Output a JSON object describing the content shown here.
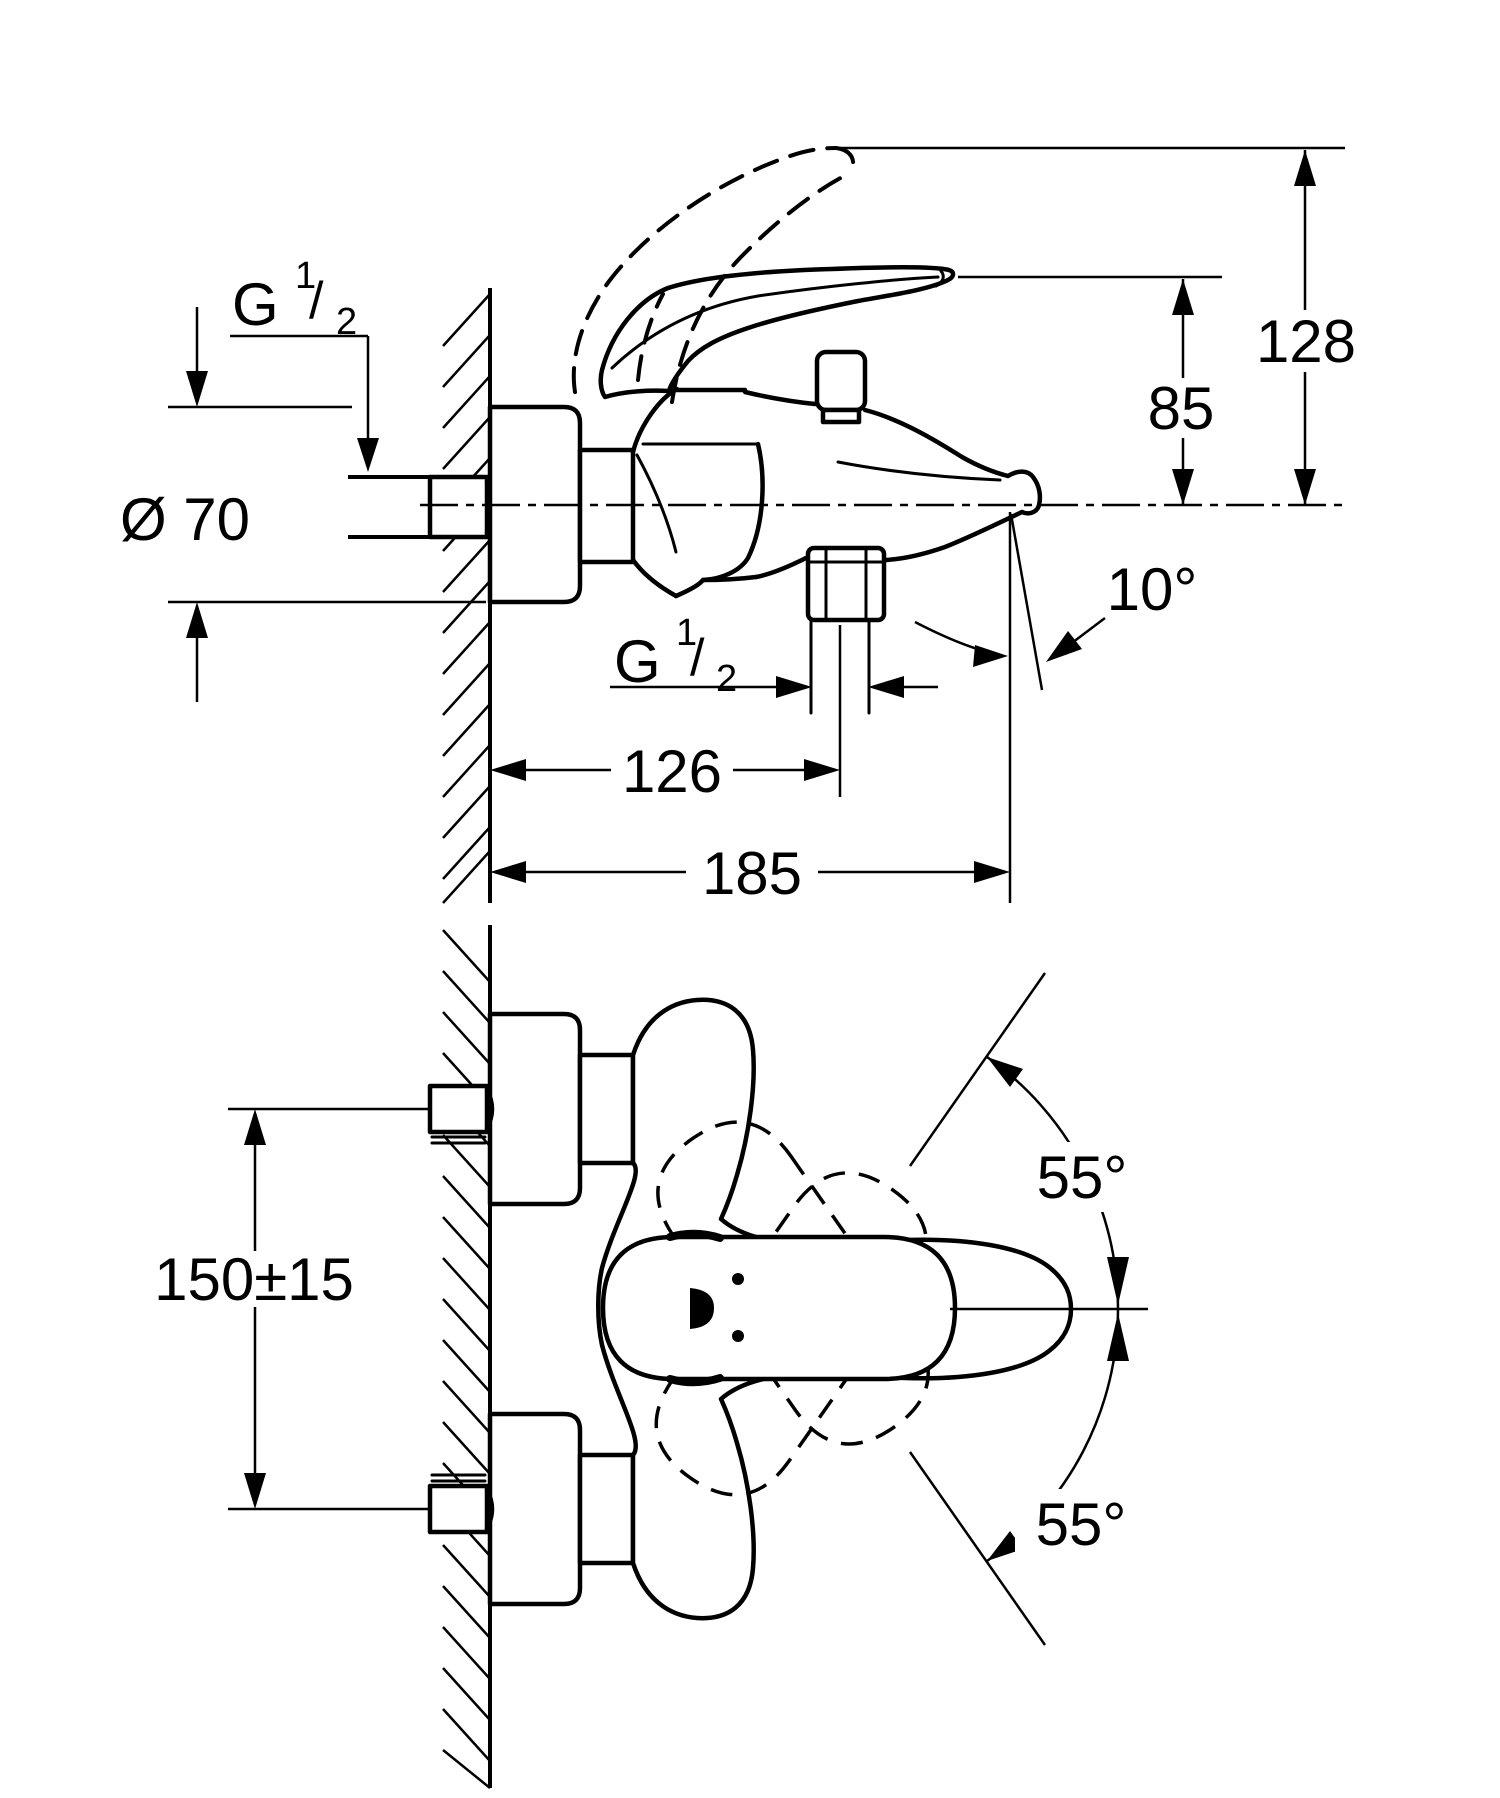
{
  "drawing": {
    "kind": "faucet installation dimension drawing",
    "side_view": {
      "g_half_wall": {
        "main": "G",
        "sup": "1",
        "slash": "/",
        "sub": "2"
      },
      "diameter_escutcheon": "Ø 70",
      "height_open_lever": "128",
      "height_handle": "85",
      "spout_angle": "10°",
      "g_half_outlet": {
        "main": "G",
        "sup": "1",
        "slash": "/",
        "sub": "2"
      },
      "wall_to_outlet": "126",
      "wall_to_spout_tip": "185"
    },
    "plan_view": {
      "connection_distance": "150±15",
      "swivel_upper": "55°",
      "swivel_lower": "55°"
    }
  }
}
